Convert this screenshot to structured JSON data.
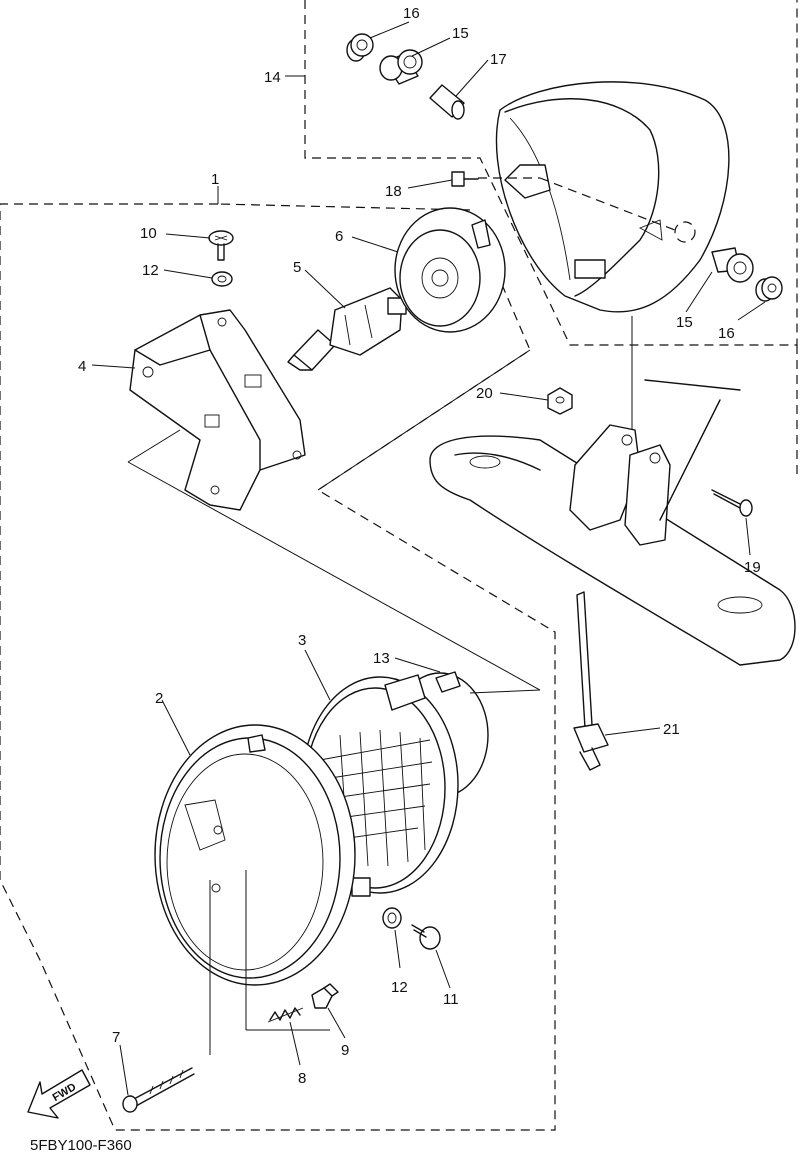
{
  "diagram_code": "5FBY100-F360",
  "fwd_label": "FWD",
  "callouts": {
    "c1": "1",
    "c2": "2",
    "c3": "3",
    "c4": "4",
    "c5": "5",
    "c6": "6",
    "c7": "7",
    "c8": "8",
    "c9": "9",
    "c10": "10",
    "c11": "11",
    "c12a": "12",
    "c12b": "12",
    "c13": "13",
    "c14": "14",
    "c15a": "15",
    "c15b": "15",
    "c16a": "16",
    "c16b": "16",
    "c17": "17",
    "c18": "18",
    "c19": "19",
    "c20": "20",
    "c21": "21"
  }
}
